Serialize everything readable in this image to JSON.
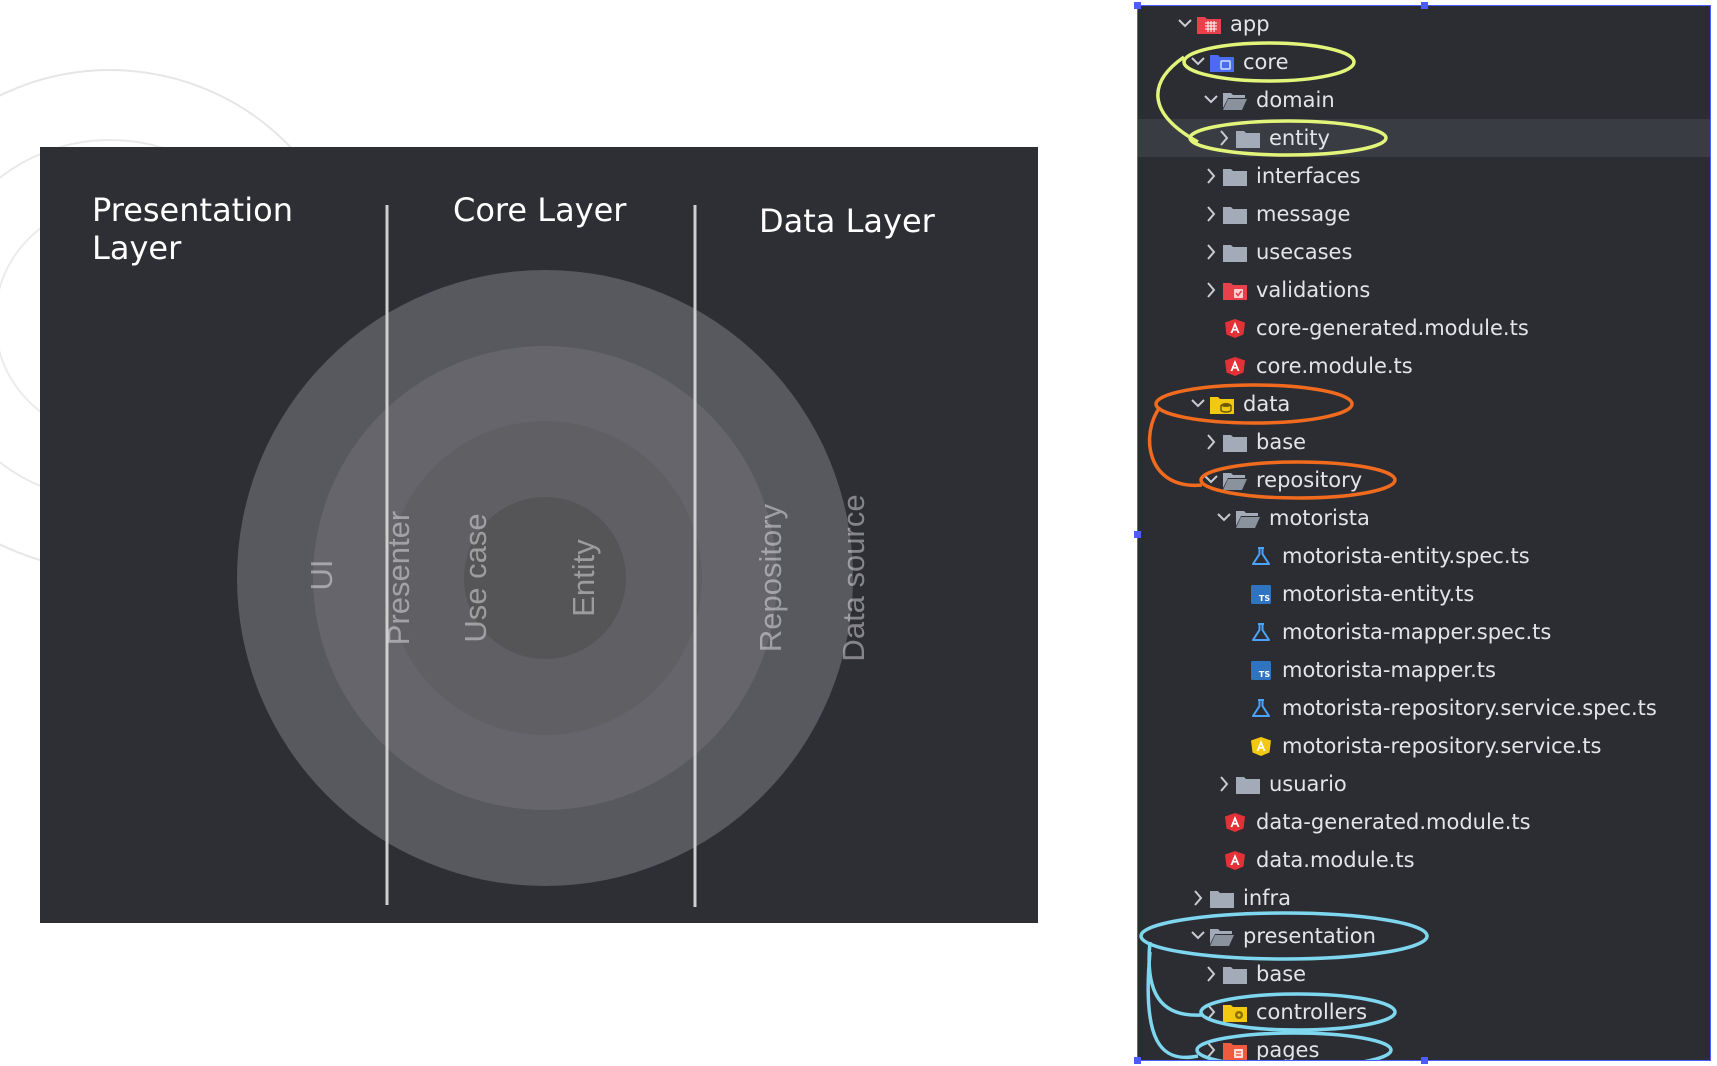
{
  "diagram": {
    "layers": [
      {
        "id": "presentation",
        "title": "Presentation\nLayer"
      },
      {
        "id": "core",
        "title": "Core Layer"
      },
      {
        "id": "data",
        "title": "Data Layer"
      }
    ],
    "rings": [
      "UI",
      "Presenter",
      "Use case",
      "Entity",
      "Repository",
      "Data source"
    ]
  },
  "tree": [
    {
      "label": "app",
      "depth": 0,
      "expanded": true,
      "icon": "app-folder-icon",
      "color": "#e8414b"
    },
    {
      "label": "core",
      "depth": 1,
      "expanded": true,
      "icon": "core-folder-icon",
      "color": "#4a6cf0"
    },
    {
      "label": "domain",
      "depth": 2,
      "expanded": true,
      "icon": "folder-open-icon",
      "color": "#a3abb8"
    },
    {
      "label": "entity",
      "depth": 3,
      "expanded": false,
      "icon": "folder-icon",
      "color": "#a3abb8",
      "selected": true
    },
    {
      "label": "interfaces",
      "depth": 2,
      "expanded": false,
      "icon": "folder-icon",
      "color": "#a3abb8"
    },
    {
      "label": "message",
      "depth": 2,
      "expanded": false,
      "icon": "folder-icon",
      "color": "#a3abb8"
    },
    {
      "label": "usecases",
      "depth": 2,
      "expanded": false,
      "icon": "folder-icon",
      "color": "#a3abb8"
    },
    {
      "label": "validations",
      "depth": 2,
      "expanded": false,
      "icon": "validations-folder-icon",
      "color": "#e8414b"
    },
    {
      "label": "core-generated.module.ts",
      "depth": 2,
      "icon": "angular-icon",
      "color": "#e23237"
    },
    {
      "label": "core.module.ts",
      "depth": 2,
      "icon": "angular-icon",
      "color": "#e23237"
    },
    {
      "label": "data",
      "depth": 1,
      "expanded": true,
      "icon": "data-folder-icon",
      "color": "#f2c811"
    },
    {
      "label": "base",
      "depth": 2,
      "expanded": false,
      "icon": "folder-icon",
      "color": "#a3abb8"
    },
    {
      "label": "repository",
      "depth": 2,
      "expanded": true,
      "icon": "folder-open-icon",
      "color": "#a3abb8"
    },
    {
      "label": "motorista",
      "depth": 3,
      "expanded": true,
      "icon": "folder-open-icon",
      "color": "#a3abb8"
    },
    {
      "label": "motorista-entity.spec.ts",
      "depth": 4,
      "icon": "test-flask-icon",
      "color": "#4aa3ff"
    },
    {
      "label": "motorista-entity.ts",
      "depth": 4,
      "icon": "typescript-icon",
      "color": "#2f74c0"
    },
    {
      "label": "motorista-mapper.spec.ts",
      "depth": 4,
      "icon": "test-flask-icon",
      "color": "#4aa3ff"
    },
    {
      "label": "motorista-mapper.ts",
      "depth": 4,
      "icon": "typescript-icon",
      "color": "#2f74c0"
    },
    {
      "label": "motorista-repository.service.spec.ts",
      "depth": 4,
      "icon": "test-flask-icon",
      "color": "#4aa3ff"
    },
    {
      "label": "motorista-repository.service.ts",
      "depth": 4,
      "icon": "angular-service-icon",
      "color": "#f2c811"
    },
    {
      "label": "usuario",
      "depth": 3,
      "expanded": false,
      "icon": "folder-icon",
      "color": "#a3abb8"
    },
    {
      "label": "data-generated.module.ts",
      "depth": 2,
      "icon": "angular-icon",
      "color": "#e23237"
    },
    {
      "label": "data.module.ts",
      "depth": 2,
      "icon": "angular-icon",
      "color": "#e23237"
    },
    {
      "label": "infra",
      "depth": 1,
      "expanded": false,
      "icon": "folder-icon",
      "color": "#a3abb8"
    },
    {
      "label": "presentation",
      "depth": 1,
      "expanded": true,
      "icon": "folder-open-icon",
      "color": "#a3abb8"
    },
    {
      "label": "base",
      "depth": 2,
      "expanded": false,
      "icon": "folder-icon",
      "color": "#a3abb8"
    },
    {
      "label": "controllers",
      "depth": 2,
      "expanded": false,
      "icon": "controllers-folder-icon",
      "color": "#f2c811"
    },
    {
      "label": "pages",
      "depth": 2,
      "expanded": false,
      "icon": "pages-folder-icon",
      "color": "#ef5b3f"
    }
  ],
  "highlights": {
    "core_group_color": "#e2f57a",
    "data_group_color": "#f06b1e",
    "presentation_group_color": "#7fd6ef"
  }
}
